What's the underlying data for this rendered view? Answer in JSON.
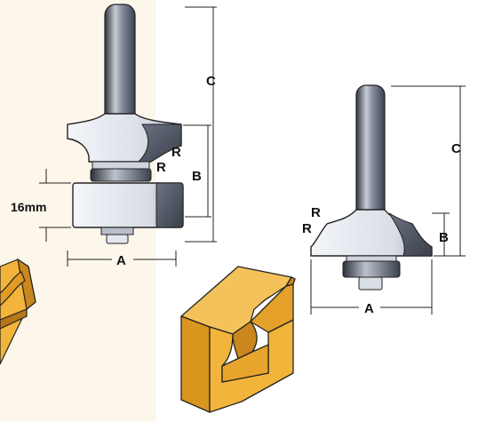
{
  "colors": {
    "left_panel_bg": "#fdf6ea",
    "wood": "#f2b43a",
    "wood_dark": "#c9871d",
    "steel_light": "#e9ecf3",
    "steel_mid": "#8a92a3",
    "steel_dark": "#474d5a",
    "line": "#222222"
  },
  "left_bit": {
    "dimension_labels": {
      "C": "C",
      "R_top": "R",
      "R_bottom": "R",
      "B": "B",
      "cut_depth": "16mm",
      "A": "A"
    }
  },
  "right_bit": {
    "dimension_labels": {
      "C": "C",
      "R_top": "R",
      "R_bottom": "R",
      "B": "B",
      "A": "A"
    }
  },
  "icons": [
    "router-bit-icon",
    "router-bit-icon",
    "wood-profile-icon",
    "wood-profile-icon"
  ]
}
